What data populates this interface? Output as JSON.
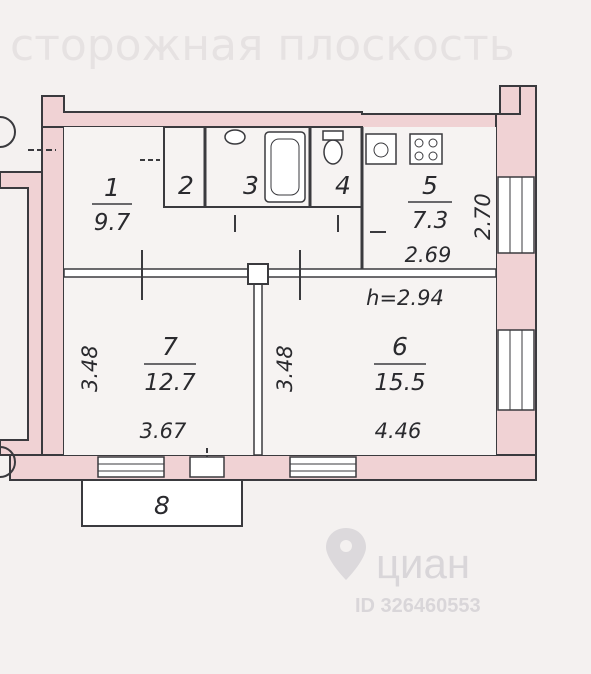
{
  "rooms": [
    {
      "id": "1",
      "area": "9.7"
    },
    {
      "id": "2"
    },
    {
      "id": "3"
    },
    {
      "id": "4"
    },
    {
      "id": "5",
      "area": "7.3"
    },
    {
      "id": "6",
      "area": "15.5"
    },
    {
      "id": "7",
      "area": "12.7"
    },
    {
      "id": "8"
    }
  ],
  "dimensions": {
    "kitchen_height": "2.70",
    "kitchen_width": "2.69",
    "ceiling_height": "h=2.94",
    "room7_depth": "3.48",
    "room6_depth": "3.48",
    "room7_width": "3.67",
    "room6_width": "4.46"
  },
  "watermark": {
    "brand": "циан",
    "listing_id": "ID 326460553"
  },
  "colors": {
    "wall_fill": "#f0d2d4",
    "ink": "#2a2a2e",
    "paper": "#f4f1f0"
  }
}
